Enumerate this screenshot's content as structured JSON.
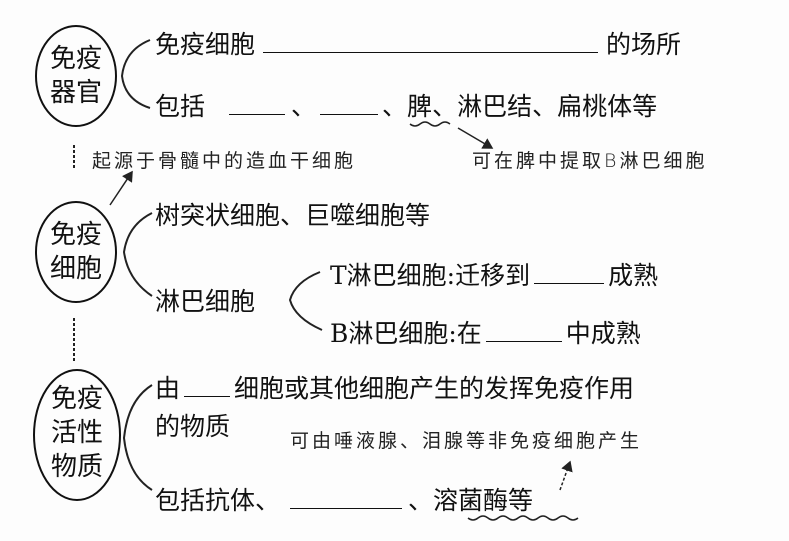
{
  "nodes": {
    "organ": [
      "免疫",
      "器官"
    ],
    "cell": [
      "免疫",
      "细胞"
    ],
    "active": [
      "免疫",
      "活性",
      "物质"
    ]
  },
  "organ": {
    "line1_prefix": "免疫细胞",
    "line1_suffix": "的场所",
    "line2_prefix": "包括",
    "sep": "、",
    "line2_tail_1": "、",
    "spleen": "脾",
    "line2_tail_2": "、淋巴结、扁桃体等"
  },
  "notes": {
    "origin": "起源于骨髓中的造血干细胞",
    "spleen": "可在脾中提取B淋巴细胞",
    "saliva": "可由唾液腺、泪腺等非免疫细胞产生"
  },
  "cell": {
    "line1": "树突状细胞、巨噬细胞等",
    "lymph": "淋巴细胞",
    "t_prefix": "T淋巴细胞:迁移到",
    "t_suffix": "成熟",
    "b_prefix": "B淋巴细胞:在",
    "b_suffix": "中成熟"
  },
  "active": {
    "line1_prefix": "由",
    "line1_suffix": "细胞或其他细胞产生的发挥免疫作用",
    "line2": "的物质",
    "line3_prefix": "包括抗体、",
    "line3_sep": "、",
    "lysozyme": "溶菌酶",
    "line3_suffix": "等"
  }
}
